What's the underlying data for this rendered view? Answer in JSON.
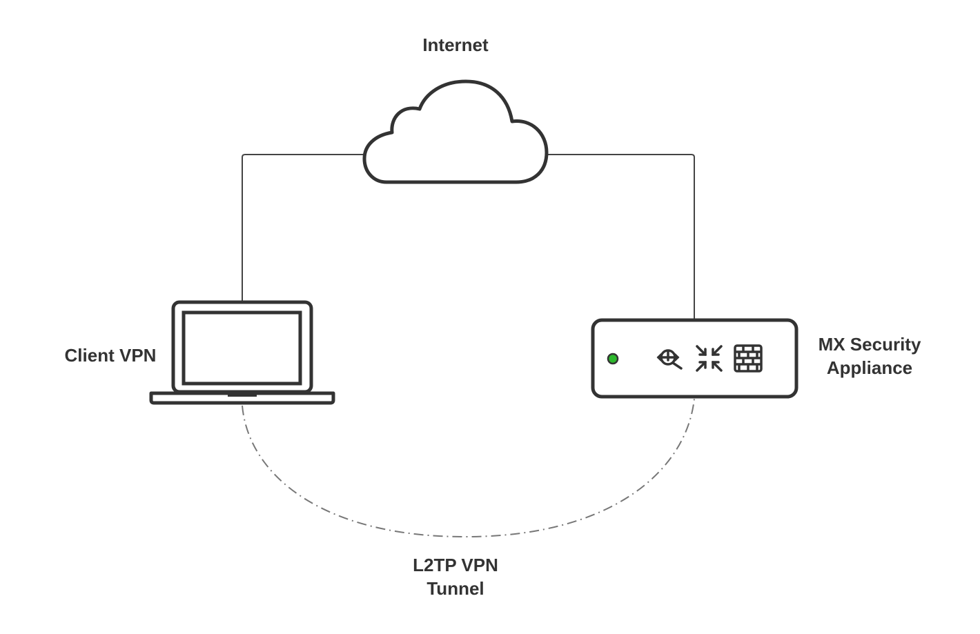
{
  "labels": {
    "internet": "Internet",
    "client": "Client VPN",
    "appliance_line1": "MX Security",
    "appliance_line2": "Appliance",
    "tunnel_line1": "L2TP VPN",
    "tunnel_line2": "Tunnel"
  },
  "colors": {
    "stroke": "#333333",
    "link": "#444444",
    "tunnel": "#777777",
    "status_led": "#2db82d",
    "text": "#333333"
  },
  "icons": {
    "cloud": "cloud-icon",
    "laptop": "laptop-icon",
    "appliance": "security-appliance-icon",
    "led": "status-led-icon",
    "content_filter": "magnifier-icon",
    "vpn": "arrows-inward-icon",
    "firewall": "brick-wall-icon"
  }
}
